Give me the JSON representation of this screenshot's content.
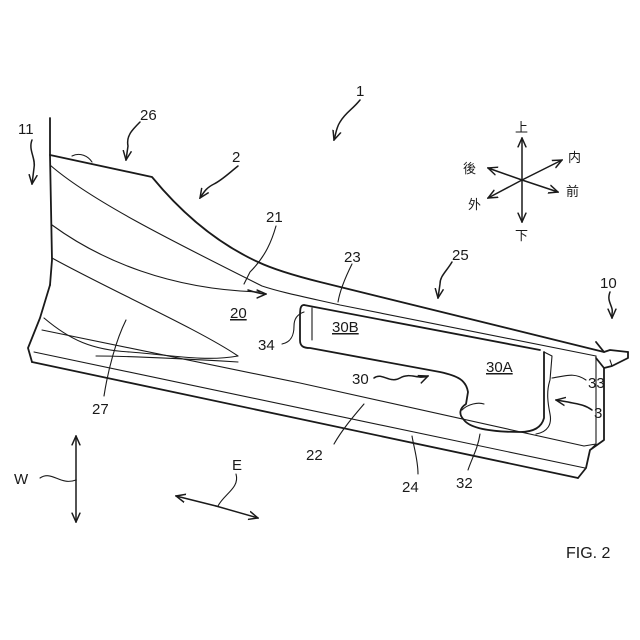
{
  "figure": {
    "caption": "FIG. 2",
    "labels": {
      "r1": "1",
      "r2": "2",
      "r3": "3",
      "r10": "10",
      "r11": "11",
      "r20": "20",
      "r21": "21",
      "r22": "22",
      "r23": "23",
      "r24": "24",
      "r25": "25",
      "r26": "26",
      "r27": "27",
      "r30": "30",
      "r30A": "30A",
      "r30B": "30B",
      "r32": "32",
      "r33": "33",
      "r34": "34",
      "W": "W",
      "E": "E"
    },
    "compass": {
      "up": "上",
      "down": "下",
      "rear": "後",
      "front": "前",
      "inner": "内",
      "outer": "外"
    },
    "line_color": "#1a1a1a",
    "background": "#ffffff"
  }
}
